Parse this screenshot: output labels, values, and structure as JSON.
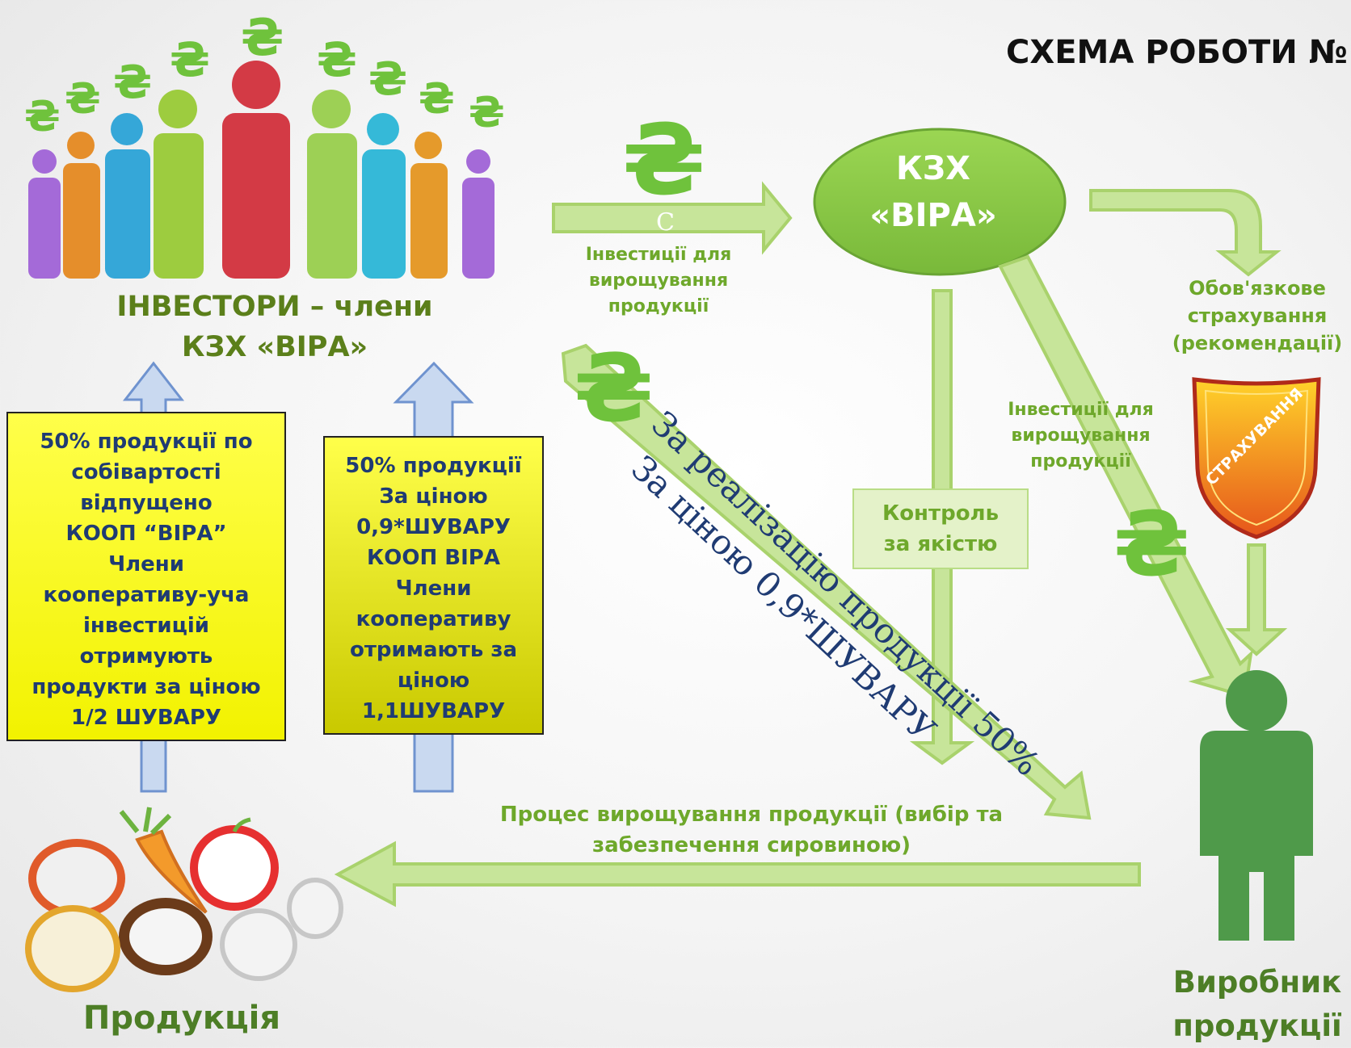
{
  "title": "СХЕМА РОБОТИ №",
  "currency_symbol": "₴",
  "investors": {
    "line1": "ІНВЕСТОРИ – члени",
    "line2": "КЗХ «ВІРА»"
  },
  "kzx": {
    "line1": "КЗХ",
    "line2": "«ВІРА»"
  },
  "flow_investments_top": {
    "line1": "Інвестиції для",
    "line2": "вирощування",
    "line3": "продукції"
  },
  "flow_investments_right": {
    "line1": "Інвестиції для",
    "line2": "вирощування",
    "line3": "продукції"
  },
  "insurance": {
    "line1": "Обов'язкове",
    "line2": "страхування",
    "line3": "(рекомендації)",
    "badge_text": "СТРАХУВАННЯ"
  },
  "quality_control": {
    "line1": "Контроль",
    "line2": "за якістю"
  },
  "box_left": {
    "lines": [
      "50% продукції по",
      "собівартості",
      "відпущено",
      "КООП “ВІРА”",
      "Члени",
      "кооперативу-уча",
      "інвестицій",
      "отримують",
      "продукти за ціною",
      "1/2 ШУВАРУ"
    ]
  },
  "box_right": {
    "lines": [
      "50% продукції",
      "За ціною",
      "0,9*ШУВАРУ",
      "КООП ВІРА",
      "Члени",
      "кооперативу",
      "отримають за",
      "ціною",
      "1,1ШУВАРУ"
    ]
  },
  "diagonal_text_1": "За реалізацію продукції 50%",
  "diagonal_text_2": "За ціною 0,9*ШУВАРУ",
  "c_letter": "С",
  "process": {
    "line1": "Процес вирощування продукції (вибір та",
    "line2": "забезпечення сировиною)"
  },
  "products_label": "Продукція",
  "producer": {
    "line1": "Виробник",
    "line2": "продукції"
  },
  "colors": {
    "arrow_green": "#c7e59a",
    "arrow_stroke": "#a9d26c",
    "kzx_ellipse": "#8ccd45",
    "investor_label": "#5b7f1a",
    "yellow_box": "#ffff33",
    "diagonal_text": "#1f3b73",
    "up_arrow_blue": "#c9d9f0",
    "producer_figure": "#4f9a4a"
  }
}
